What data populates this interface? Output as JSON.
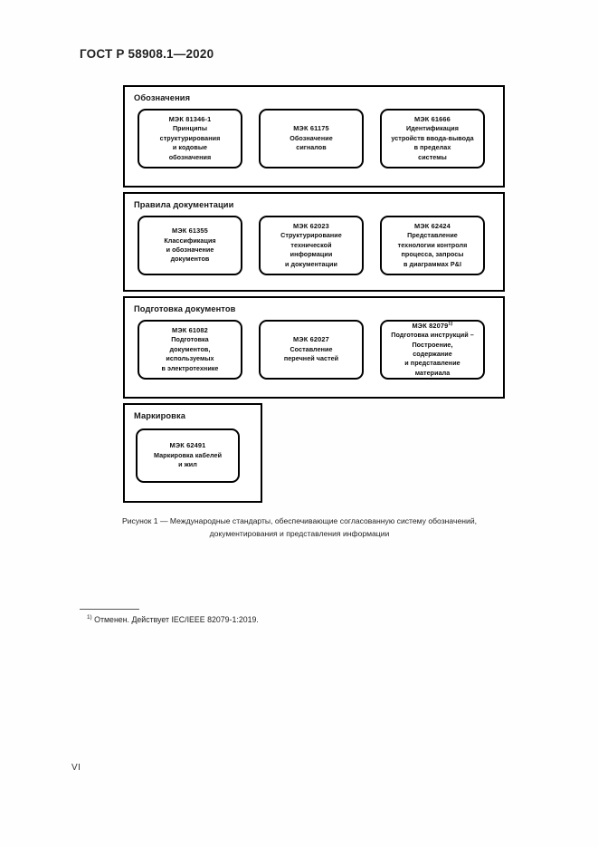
{
  "header": {
    "standard_designation": "ГОСТ Р 58908.1—2020"
  },
  "figure": {
    "groups": [
      {
        "id": "oboznacheniya",
        "title": "Обозначения",
        "nodes": [
          {
            "code": "МЭК 81346-1",
            "desc": "Принципы\nструктурирования\nи кодовые\nобозначения"
          },
          {
            "code": "МЭК 61175",
            "desc": "Обозначение\nсигналов"
          },
          {
            "code": "МЭК 61666",
            "desc": "Идентификация\nустройств ввода-вывода\nв пределах\nсистемы"
          }
        ]
      },
      {
        "id": "pravila-dokumentatsii",
        "title": "Правила документации",
        "nodes": [
          {
            "code": "МЭК 61355",
            "desc": "Классификация\nи обозначение\nдокументов"
          },
          {
            "code": "МЭК 62023",
            "desc": "Структурирование\nтехнической\nинформации\nи документации"
          },
          {
            "code": "МЭК 62424",
            "desc": "Представление\nтехнологии контроля\nпроцесса, запросы\nв диаграммах P&I"
          }
        ]
      },
      {
        "id": "podgotovka-dokumentov",
        "title": "Подготовка документов",
        "nodes": [
          {
            "code": "МЭК 61082",
            "desc": "Подготовка\nдокументов,\nиспользуемых\nв электротехнике"
          },
          {
            "code": "МЭК 62027",
            "desc": "Составление\nперечней частей"
          },
          {
            "code": "МЭК 82079",
            "code_footnote": "1)",
            "desc": "Подготовка инструкций –\nПостроение,\nсодержание\nи представление\nматериала"
          }
        ]
      },
      {
        "id": "markirovka",
        "title": "Маркировка",
        "nodes": [
          {
            "code": "МЭК 62491",
            "desc": "Маркировка кабелей\nи жил"
          }
        ]
      }
    ]
  },
  "caption": {
    "line1": "Рисунок 1 — Международные стандарты, обеспечивающие согласованную систему обозначений,",
    "line2": "документирования и представления информации"
  },
  "footnote": {
    "marker": "1)",
    "text": "Отменен. Действует IEC/IEEE 82079-1:2019."
  },
  "folio": {
    "page_number": "VI"
  }
}
